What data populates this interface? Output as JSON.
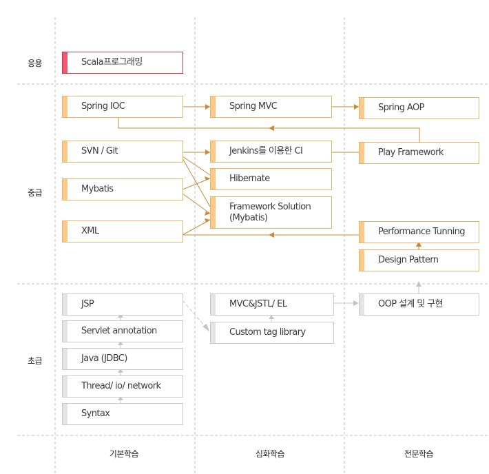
{
  "levels": {
    "application": "응용",
    "intermediate": "중급",
    "beginner": "초급"
  },
  "columns": {
    "basic": "기본학습",
    "advanced": "심화학습",
    "expert": "전문학습"
  },
  "boxes": {
    "scala": "Scala프로그래밍",
    "spring_ioc": "Spring IOC",
    "spring_mvc": "Spring MVC",
    "spring_aop": "Spring AOP",
    "svn_git": "SVN / Git",
    "jenkins": "Jenkins를 이용한 CI",
    "play": "Play Framework",
    "mybatis": "Mybatis",
    "hibernate": "Hibernate",
    "framework_solution": "Framework Solution\n(Mybatis)",
    "xml": "XML",
    "performance": "Performance Tunning",
    "design_pattern": "Design Pattern",
    "jsp": "JSP",
    "mvc_jstl": "MVC&JSTL/ EL",
    "oop": "OOP 설계 및 구현",
    "servlet": "Servlet annotation",
    "custom_tag": "Custom tag library",
    "java_jdbc": "Java (JDBC)",
    "thread": "Thread/ io/ network",
    "syntax": "Syntax"
  },
  "colors": {
    "orange_border": "#f0b466",
    "orange_tab": "#fbc98a",
    "connector": "#c98a3a",
    "grey_border": "#c9c9c9",
    "grey_tab": "#e4e4e4",
    "grey_connector": "#c4c4c4",
    "red_border": "#d8324c",
    "red_tab": "#ec5a72"
  }
}
